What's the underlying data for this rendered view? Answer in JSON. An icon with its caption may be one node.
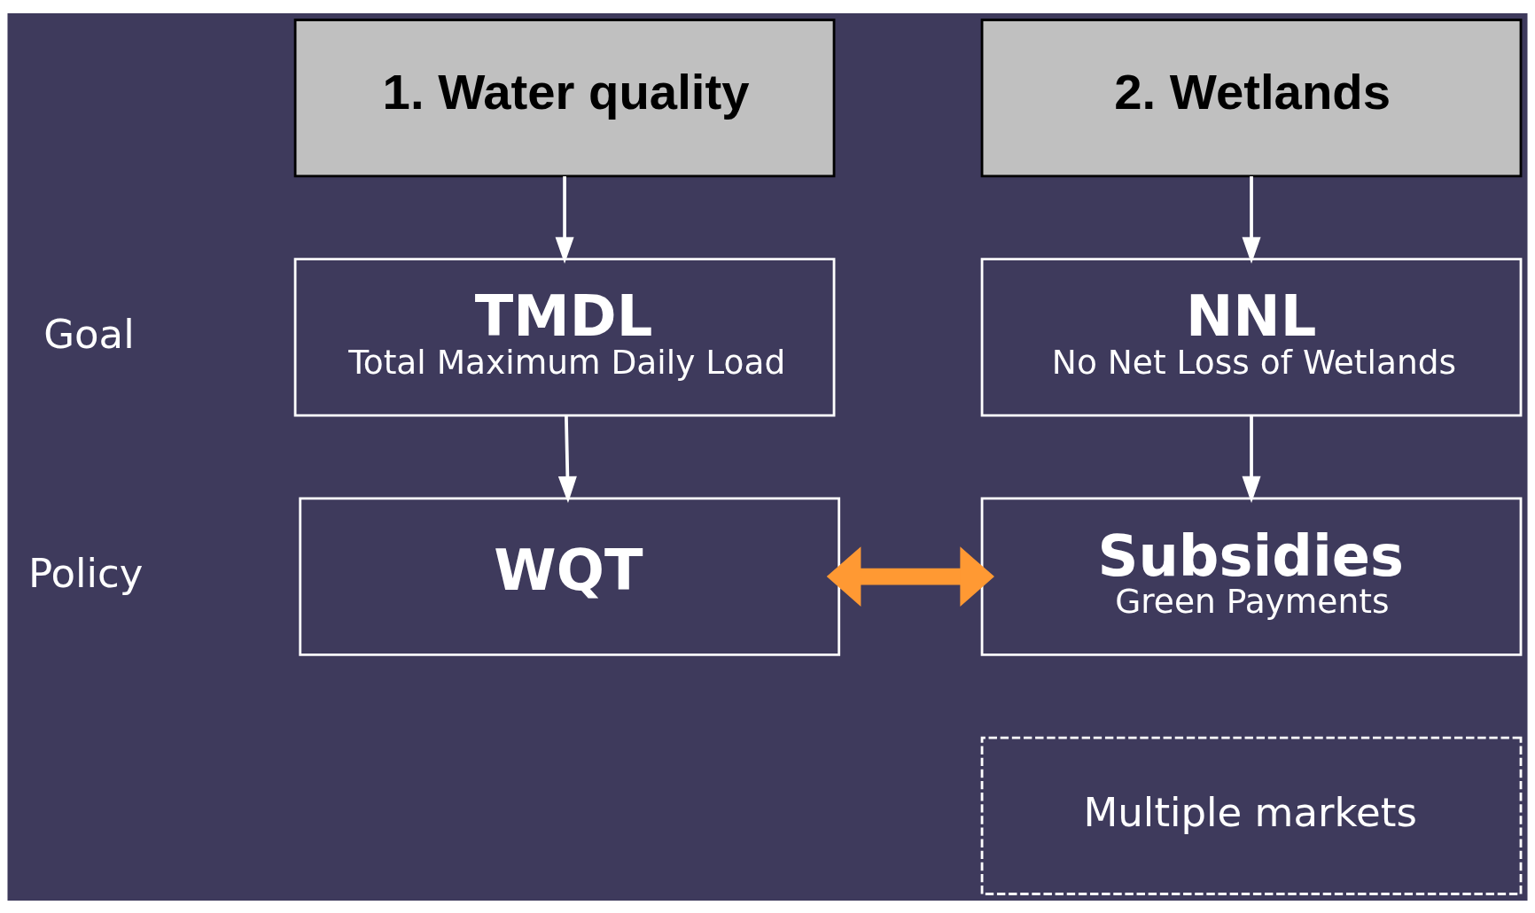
{
  "diagram": {
    "nodes": [
      {
        "text": [
          "1. Water quality"
        ]
      },
      {
        "text": [
          "2. Wetlands"
        ]
      },
      {
        "text": [
          "TMDL",
          "Total Maximum Daily Load"
        ]
      },
      {
        "text": [
          "NNL",
          "No Net Loss of Wetlands"
        ]
      },
      {
        "text": [
          "WQT"
        ]
      },
      {
        "text": [
          "Subsidies",
          "Green Payments"
        ]
      },
      {
        "text": [
          "Multiple markets"
        ]
      }
    ],
    "edges": [
      {
        "from": 0,
        "to": 2,
        "arrow": "to"
      },
      {
        "from": 1,
        "to": 3,
        "arrow": "to"
      },
      {
        "from": 2,
        "to": 4,
        "arrow": "to"
      },
      {
        "from": 3,
        "to": 5,
        "arrow": "to"
      },
      {
        "from": 4,
        "to": 5,
        "arrow": "both",
        "style": "thick",
        "color": "#ff9933"
      }
    ],
    "labels": [
      "Goal",
      "Policy"
    ]
  }
}
